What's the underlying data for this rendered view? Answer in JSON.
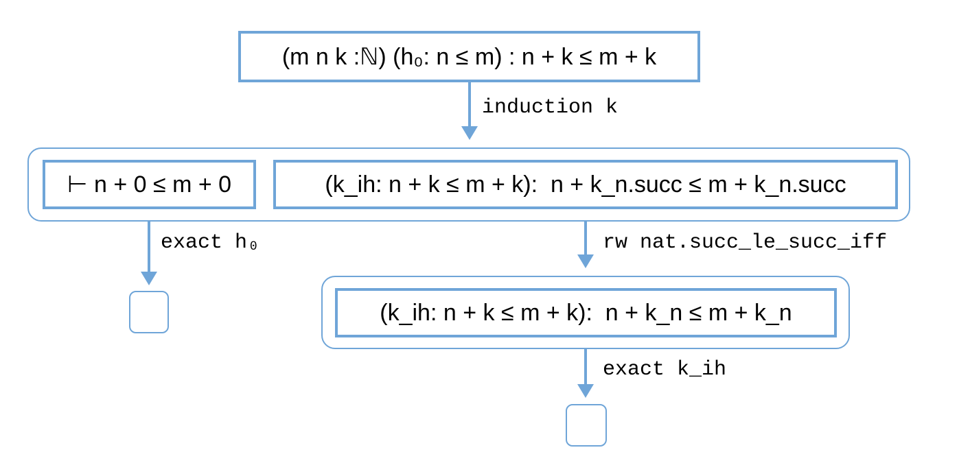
{
  "root_goal": "(m n k :ℕ) (h₀: n ≤ m) : n + k ≤ m + k",
  "tactic_induction": "induction k",
  "base_goal": "⊢ n + 0 ≤ m + 0",
  "step_goal": "(k_ih: n + k ≤ m + k):  n + k_n.succ ≤ m + k_n.succ",
  "tactic_exact_base": "exact h₀",
  "tactic_rw": "rw nat.succ_le_succ_iff",
  "rewritten_goal": "(k_ih: n + k ≤ m + k):  n + k_n ≤ m + k_n",
  "tactic_exact_ih": "exact k_ih",
  "colors": {
    "accent": "#6fa5d8",
    "text": "#000000"
  }
}
